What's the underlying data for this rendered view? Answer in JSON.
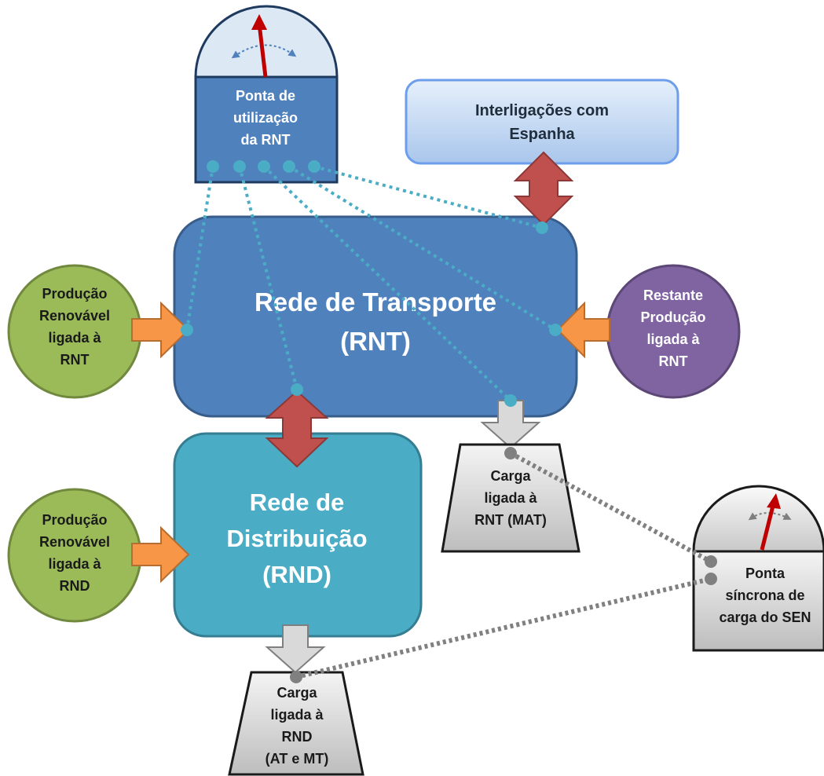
{
  "nodes": {
    "rnt": {
      "line1": "Rede de Transporte",
      "line2": "(RNT)"
    },
    "rnd": {
      "line1": "Rede de",
      "line2": "Distribuição",
      "line3": "(RND)"
    },
    "spain": {
      "line1": "Interligações com",
      "line2": "Espanha"
    },
    "renewable_rnt": {
      "line1": "Produção",
      "line2": "Renovável",
      "line3": "ligada à",
      "line4": "RNT"
    },
    "renewable_rnd": {
      "line1": "Produção",
      "line2": "Renovável",
      "line3": "ligada à",
      "line4": "RND"
    },
    "other_prod": {
      "line1": "Restante",
      "line2": "Produção",
      "line3": "ligada à",
      "line4": "RNT"
    },
    "load_mat": {
      "line1": "Carga",
      "line2": "ligada à",
      "line3": "RNT (MAT)"
    },
    "load_rnd": {
      "line1": "Carga",
      "line2": "ligada à",
      "line3": "RND",
      "line4": "(AT e MT)"
    },
    "meter_rnt": {
      "line1": "Ponta de",
      "line2": "utilização",
      "line3": "da RNT"
    },
    "meter_sen": {
      "line1": "Ponta",
      "line2": "síncrona de",
      "line3": "carga do SEN"
    }
  },
  "colors": {
    "rnt": "#4f81bd",
    "rnd": "#4bacc6",
    "spain": "#c6d9f1",
    "renewable": "#9bbb59",
    "other_prod": "#8064a2",
    "orange_arrow": "#f79646",
    "red_arrow": "#c0504d",
    "grey_arrow": "#d9d9d9",
    "teal_link": "#4bacc6",
    "grey_link": "#808080",
    "needle": "#c00000"
  }
}
